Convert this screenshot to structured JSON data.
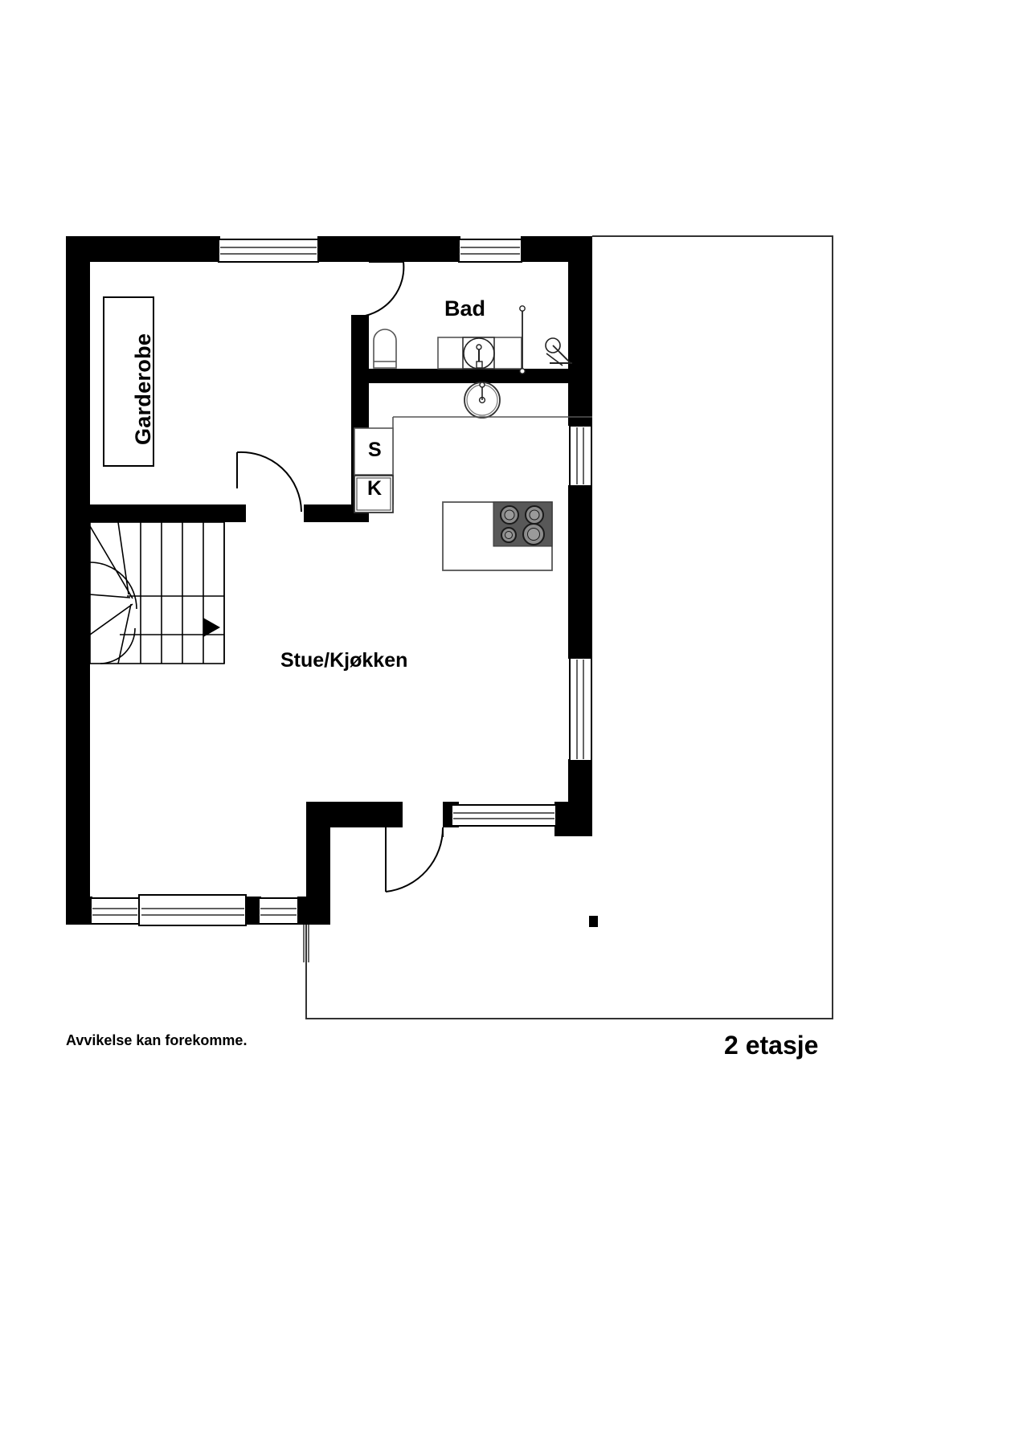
{
  "document": {
    "type": "architectural-floor-plan",
    "floor_label": "2 etasje",
    "disclaimer": "Avvikelse kan forekomme.",
    "language": "Norwegian"
  },
  "rooms": [
    {
      "id": "garderobe",
      "label": "Garderobe",
      "orientation": "vertical"
    },
    {
      "id": "bad",
      "label": "Bad",
      "orientation": "horizontal"
    },
    {
      "id": "stue-kjokken",
      "label": "Stue/Kjøkken",
      "orientation": "horizontal"
    }
  ],
  "appliances": [
    {
      "id": "skap",
      "label": "S"
    },
    {
      "id": "kjoleskap",
      "label": "K"
    }
  ],
  "fixtures": [
    {
      "id": "toilet",
      "name": "toilet-fixture"
    },
    {
      "id": "bathtub",
      "name": "bathtub-fixture"
    },
    {
      "id": "washbasin",
      "name": "washbasin-fixture"
    },
    {
      "id": "shower",
      "name": "shower-fixture"
    },
    {
      "id": "cooktop",
      "name": "cooktop-fixture",
      "burners": 4
    },
    {
      "id": "kitchen-island",
      "name": "kitchen-island"
    },
    {
      "id": "staircase",
      "name": "winder-staircase",
      "direction": "up-right"
    }
  ],
  "openings": {
    "windows": 7,
    "doors": 3
  },
  "colors": {
    "wall": "#000000",
    "background": "#ffffff",
    "line": "#000000",
    "fixture_line": "#555555",
    "cooktop_fill": "#585858",
    "burner_fill": "#8c8c8c",
    "outline_thin": "#444444"
  }
}
